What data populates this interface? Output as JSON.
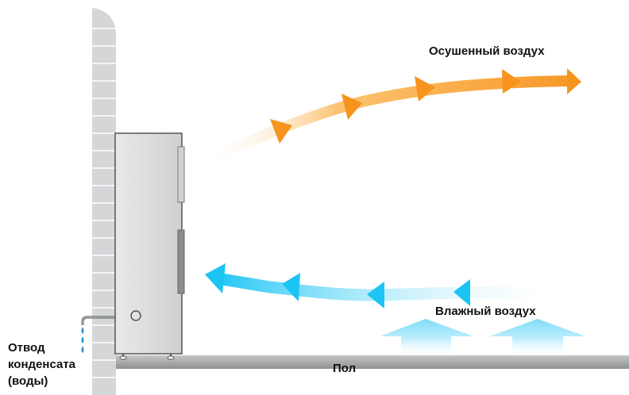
{
  "labels": {
    "dried_air": "Осушенный воздух",
    "humid_air": "Влажный воздух",
    "floor": "Пол",
    "drain_line1": "Отвод",
    "drain_line2": "конденсата",
    "drain_line3": "(воды)"
  },
  "colors": {
    "dried_air_arrow": "#f7941d",
    "humid_air_arrow": "#1cc4f4",
    "wall": "#d4d6d8",
    "unit_body": "#d9dadb",
    "floor": "#a8aaac",
    "water_drop": "#2b8fd6"
  }
}
